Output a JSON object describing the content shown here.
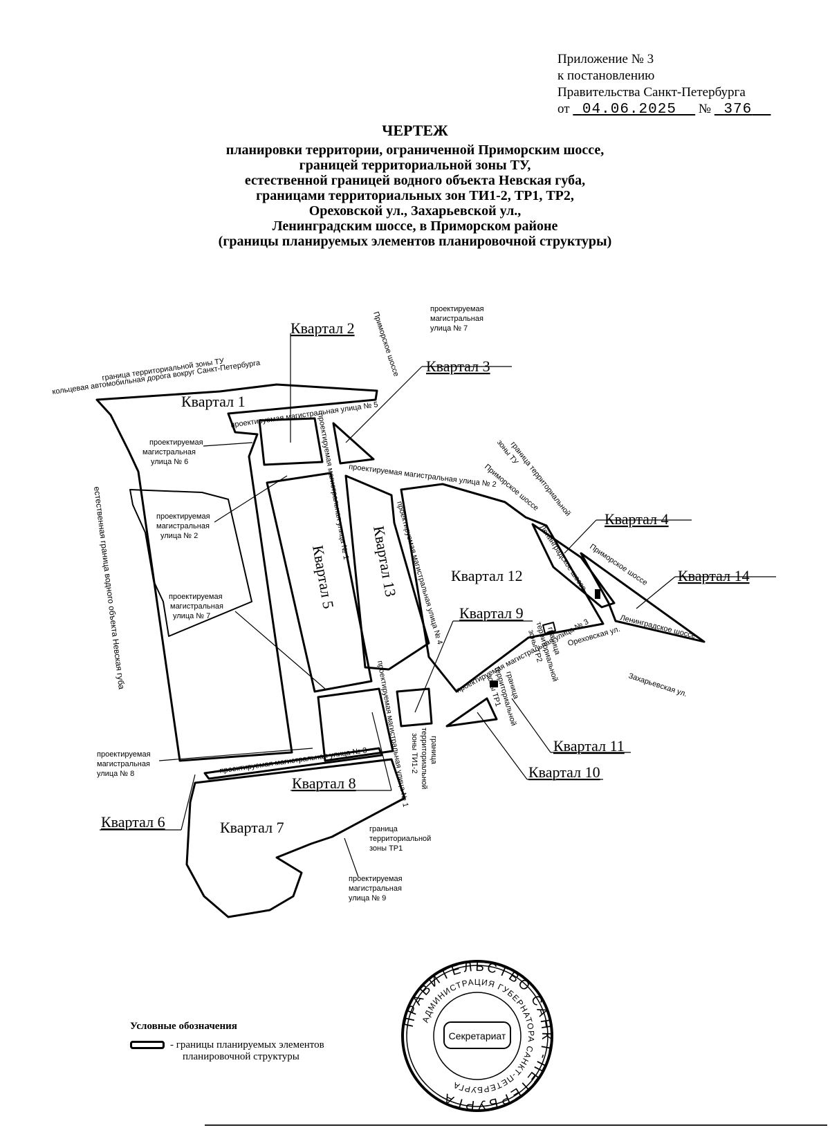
{
  "header": {
    "line1": "Приложение № 3",
    "line2": "к постановлению",
    "line3": "Правительства Санкт-Петербурга",
    "date_prefix": "от",
    "date": "04.06.2025",
    "number_prefix": "№",
    "number": "376"
  },
  "title": {
    "main": "ЧЕРТЕЖ",
    "lines": [
      "планировки территории, ограниченной Приморским шоссе,",
      "границей территориальной зоны ТУ,",
      "естественной границей водного объекта Невская губа,",
      "границами территориальных зон ТИ1-2, ТР1, ТР2,",
      "Ореховской ул., Захарьевской ул.,",
      "Ленинградским шоссе, в Приморском районе",
      "(границы планируемых элементов планировочной структуры)"
    ]
  },
  "map": {
    "blocks": {
      "k1": "Квартал 1",
      "k2": "Квартал 2",
      "k3": "Квартал 3",
      "k4": "Квартал 4",
      "k5": "Квартал 5",
      "k6": "Квартал 6",
      "k7": "Квартал 7",
      "k8": "Квартал 8",
      "k9": "Квартал 9",
      "k10": "Квартал 10",
      "k11": "Квартал 11",
      "k12": "Квартал 12",
      "k13": "Квартал 13",
      "k14": "Квартал 14"
    },
    "labels": {
      "tu_border": "граница территориальной зоны ТУ",
      "ring_road": "кольцевая автомобильная дорога вокруг Санкт-Петербурга",
      "primorskoe_top": "Приморское шоссе",
      "street7_top": [
        "проектируемая",
        "магистральная",
        "улица № 7"
      ],
      "street5": "проектируемая магистральная улица № 5",
      "street6": [
        "проектируемая",
        "магистральная",
        "улица № 6"
      ],
      "street2_left": [
        "проектируемая",
        "магистральная",
        "улица № 2"
      ],
      "street7_left": [
        "проектируемая",
        "магистральная",
        "улица № 7"
      ],
      "water_border": "естественная граница водного объекта Невская губа",
      "street1_upper": "проектируемая магистральная улица № 1",
      "street2_road": "проектируемая магистральная улица № 2",
      "street4": "проектируемая магистральная улица № 4",
      "tu_border_right": [
        "граница территориальной",
        "зоны ТУ"
      ],
      "primorskoe_mid": "Приморское шоссе",
      "leningradskoe_mid": "Ленинградское шоссе",
      "primorskoe_right": "Приморское шоссе",
      "leningradskoe_right": "Ленинградское шоссе",
      "orekhovskaya": "Ореховская ул.",
      "zakharyevskaya": "Захарьевская ул.",
      "street3_road": "проектируемая магистральная улица № 3",
      "tr2_border": [
        "граница",
        "территориальной",
        "зоны ТР2"
      ],
      "tr1_border_mid": [
        "граница",
        "территориальной",
        "зоны ТР1"
      ],
      "ti_border": [
        "граница",
        "территориальной",
        "зоны ТИ1-2"
      ],
      "street3_lower": "проектируемая магистральная улица № 3",
      "street1_lower": "проектируемая магистральная улица № 1",
      "street8": [
        "проектируемая",
        "магистральная",
        "улица № 8"
      ],
      "tr1_border_bottom": [
        "граница",
        "территориальной",
        "зоны ТР1"
      ],
      "street9": [
        "проектируемая",
        "магистральная",
        "улица № 9"
      ]
    }
  },
  "legend": {
    "title": "Условные обозначения",
    "item_line1": "- границы планируемых элементов",
    "item_line2": "планировочной структуры"
  },
  "stamp": {
    "outer_text": "ПРАВИТЕЛЬСТВО САНКТ-ПЕТЕРБУРГА",
    "inner_text": "АДМИНИСТРАЦИЯ ГУБЕРНАТОРА САНКТ-ПЕТЕРБУРГА",
    "center": "Секретариат"
  }
}
